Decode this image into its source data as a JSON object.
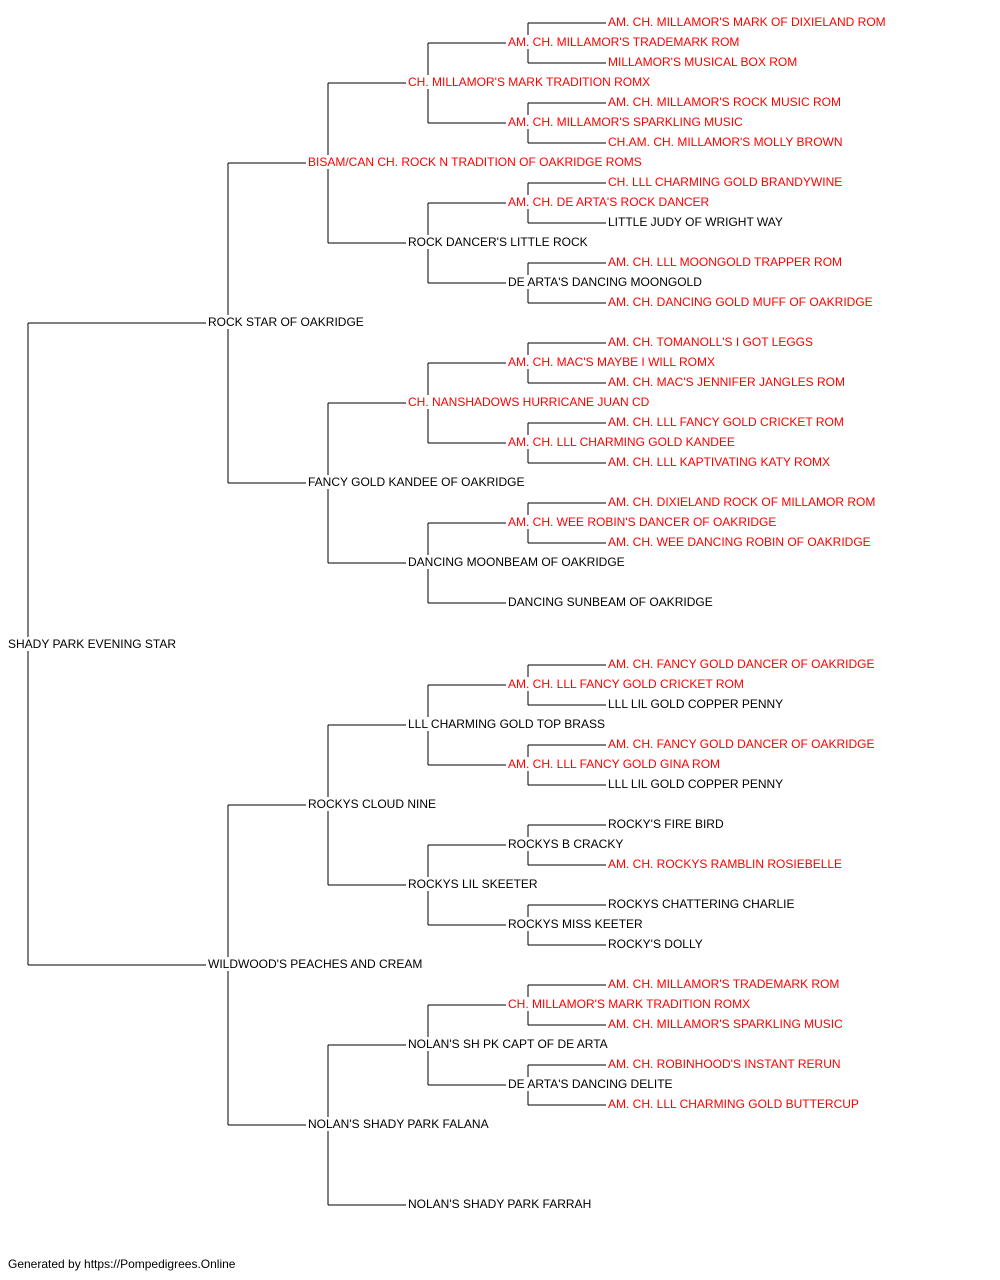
{
  "colors": {
    "champion": "#ff0000",
    "normal": "#000000",
    "line": "#000000"
  },
  "subject": {
    "name": "SHADY PARK EVENING STAR",
    "champion": false
  },
  "pedigree": [
    {
      "name": "ROCK STAR OF OAKRIDGE",
      "champion": false,
      "parents": [
        {
          "name": "BISAM/CAN CH. ROCK N TRADITION OF OAKRIDGE ROMS",
          "champion": true,
          "parents": [
            {
              "name": "CH. MILLAMOR'S MARK TRADITION ROMX",
              "champion": true,
              "parents": [
                {
                  "name": "AM. CH. MILLAMOR'S TRADEMARK ROM",
                  "champion": true,
                  "parents": [
                    {
                      "name": "AM. CH. MILLAMOR'S MARK OF DIXIELAND ROM",
                      "champion": true
                    },
                    {
                      "name": "MILLAMOR'S MUSICAL BOX ROM",
                      "champion": true
                    }
                  ]
                },
                {
                  "name": "AM. CH. MILLAMOR'S SPARKLING MUSIC",
                  "champion": true,
                  "parents": [
                    {
                      "name": "AM. CH. MILLAMOR'S ROCK MUSIC ROM",
                      "champion": true
                    },
                    {
                      "name": "CH.AM. CH. MILLAMOR'S MOLLY BROWN",
                      "champion": true
                    }
                  ]
                }
              ]
            },
            {
              "name": "ROCK DANCER'S LITTLE ROCK",
              "champion": false,
              "parents": [
                {
                  "name": "AM. CH. DE ARTA'S ROCK DANCER",
                  "champion": true,
                  "parents": [
                    {
                      "name": "CH. LLL CHARMING GOLD BRANDYWINE",
                      "champion": true
                    },
                    {
                      "name": "LITTLE JUDY OF WRIGHT WAY",
                      "champion": false
                    }
                  ]
                },
                {
                  "name": "DE ARTA'S DANCING MOONGOLD",
                  "champion": false,
                  "parents": [
                    {
                      "name": "AM. CH. LLL MOONGOLD TRAPPER ROM",
                      "champion": true
                    },
                    {
                      "name": "AM. CH. DANCING GOLD MUFF OF OAKRIDGE",
                      "champion": true
                    }
                  ]
                }
              ]
            }
          ]
        },
        {
          "name": "FANCY GOLD KANDEE OF OAKRIDGE",
          "champion": false,
          "parents": [
            {
              "name": "CH. NANSHADOWS HURRICANE JUAN CD",
              "champion": true,
              "parents": [
                {
                  "name": "AM. CH. MAC'S MAYBE I WILL ROMX",
                  "champion": true,
                  "parents": [
                    {
                      "name": "AM. CH. TOMANOLL'S I GOT LEGGS",
                      "champion": true
                    },
                    {
                      "name": "AM. CH. MAC'S JENNIFER JANGLES ROM",
                      "champion": true
                    }
                  ]
                },
                {
                  "name": "AM. CH. LLL CHARMING GOLD KANDEE",
                  "champion": true,
                  "parents": [
                    {
                      "name": "AM. CH. LLL FANCY GOLD CRICKET ROM",
                      "champion": true
                    },
                    {
                      "name": "AM. CH. LLL KAPTIVATING KATY ROMX",
                      "champion": true
                    }
                  ]
                }
              ]
            },
            {
              "name": "DANCING MOONBEAM OF OAKRIDGE",
              "champion": false,
              "parents": [
                {
                  "name": "AM. CH. WEE ROBIN'S DANCER OF OAKRIDGE",
                  "champion": true,
                  "parents": [
                    {
                      "name": "AM. CH. DIXIELAND ROCK OF MILLAMOR ROM",
                      "champion": true
                    },
                    {
                      "name": "AM. CH. WEE DANCING ROBIN OF OAKRIDGE",
                      "champion": true
                    }
                  ]
                },
                {
                  "name": "DANCING SUNBEAM OF OAKRIDGE",
                  "champion": false
                }
              ]
            }
          ]
        }
      ]
    },
    {
      "name": "WILDWOOD'S PEACHES AND CREAM",
      "champion": false,
      "parents": [
        {
          "name": "ROCKYS CLOUD NINE",
          "champion": false,
          "parents": [
            {
              "name": "LLL CHARMING GOLD TOP BRASS",
              "champion": false,
              "parents": [
                {
                  "name": "AM. CH. LLL FANCY GOLD CRICKET ROM",
                  "champion": true,
                  "parents": [
                    {
                      "name": "AM. CH. FANCY GOLD DANCER OF OAKRIDGE",
                      "champion": true
                    },
                    {
                      "name": "LLL LIL GOLD COPPER PENNY",
                      "champion": false
                    }
                  ]
                },
                {
                  "name": "AM. CH. LLL FANCY GOLD GINA ROM",
                  "champion": true,
                  "parents": [
                    {
                      "name": "AM. CH. FANCY GOLD DANCER OF OAKRIDGE",
                      "champion": true
                    },
                    {
                      "name": "LLL LIL GOLD COPPER PENNY",
                      "champion": false
                    }
                  ]
                }
              ]
            },
            {
              "name": "ROCKYS LIL SKEETER",
              "champion": false,
              "parents": [
                {
                  "name": "ROCKYS B CRACKY",
                  "champion": false,
                  "parents": [
                    {
                      "name": "ROCKY'S FIRE BIRD",
                      "champion": false
                    },
                    {
                      "name": "AM. CH. ROCKYS RAMBLIN ROSIEBELLE",
                      "champion": true
                    }
                  ]
                },
                {
                  "name": "ROCKYS MISS KEETER",
                  "champion": false,
                  "parents": [
                    {
                      "name": "ROCKYS CHATTERING CHARLIE",
                      "champion": false
                    },
                    {
                      "name": "ROCKY'S DOLLY",
                      "champion": false
                    }
                  ]
                }
              ]
            }
          ]
        },
        {
          "name": "NOLAN'S SHADY PARK FALANA",
          "champion": false,
          "parents": [
            {
              "name": "NOLAN'S SH PK CAPT OF DE ARTA",
              "champion": false,
              "parents": [
                {
                  "name": "CH. MILLAMOR'S MARK TRADITION ROMX",
                  "champion": true,
                  "parents": [
                    {
                      "name": "AM. CH. MILLAMOR'S TRADEMARK ROM",
                      "champion": true
                    },
                    {
                      "name": "AM. CH. MILLAMOR'S SPARKLING MUSIC",
                      "champion": true
                    }
                  ]
                },
                {
                  "name": "DE ARTA'S DANCING DELITE",
                  "champion": false,
                  "parents": [
                    {
                      "name": "AM. CH. ROBINHOOD'S INSTANT RERUN",
                      "champion": true
                    },
                    {
                      "name": "AM. CH. LLL CHARMING GOLD BUTTERCUP",
                      "champion": true
                    }
                  ]
                }
              ]
            },
            {
              "name": "NOLAN'S SHADY PARK FARRAH",
              "champion": false
            }
          ]
        }
      ]
    }
  ],
  "footer": "Generated by https://Pompedigrees.Online"
}
